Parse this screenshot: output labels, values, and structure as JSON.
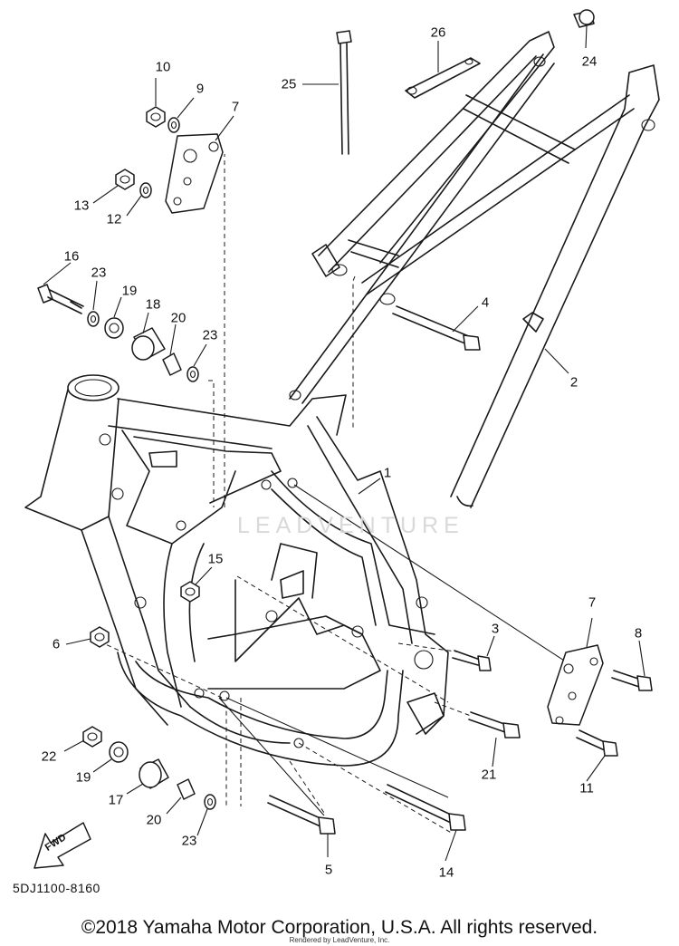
{
  "diagram": {
    "diagram_code": "5DJ1100-8160",
    "copyright": "©2018 Yamaha Motor Corporation, U.S.A. All rights reserved.",
    "rendered_by": "Rendered by LeadVenture, Inc.",
    "watermark": "LEADVENTURE",
    "fwd_label": "FWD",
    "callouts": [
      {
        "id": "c10",
        "label": "10"
      },
      {
        "id": "c9",
        "label": "9"
      },
      {
        "id": "c7a",
        "label": "7"
      },
      {
        "id": "c13",
        "label": "13"
      },
      {
        "id": "c12",
        "label": "12"
      },
      {
        "id": "c25",
        "label": "25"
      },
      {
        "id": "c26",
        "label": "26"
      },
      {
        "id": "c24",
        "label": "24"
      },
      {
        "id": "c16",
        "label": "16"
      },
      {
        "id": "c23a",
        "label": "23"
      },
      {
        "id": "c19a",
        "label": "19"
      },
      {
        "id": "c18",
        "label": "18"
      },
      {
        "id": "c20a",
        "label": "20"
      },
      {
        "id": "c23b",
        "label": "23"
      },
      {
        "id": "c4",
        "label": "4"
      },
      {
        "id": "c2",
        "label": "2"
      },
      {
        "id": "c1",
        "label": "1"
      },
      {
        "id": "c15",
        "label": "15"
      },
      {
        "id": "c6",
        "label": "6"
      },
      {
        "id": "c3",
        "label": "3"
      },
      {
        "id": "c7b",
        "label": "7"
      },
      {
        "id": "c8",
        "label": "8"
      },
      {
        "id": "c22",
        "label": "22"
      },
      {
        "id": "c19b",
        "label": "19"
      },
      {
        "id": "c17",
        "label": "17"
      },
      {
        "id": "c21",
        "label": "21"
      },
      {
        "id": "c11",
        "label": "11"
      },
      {
        "id": "c20b",
        "label": "20"
      },
      {
        "id": "c23c",
        "label": "23"
      },
      {
        "id": "c5",
        "label": "5"
      },
      {
        "id": "c14",
        "label": "14"
      }
    ]
  }
}
